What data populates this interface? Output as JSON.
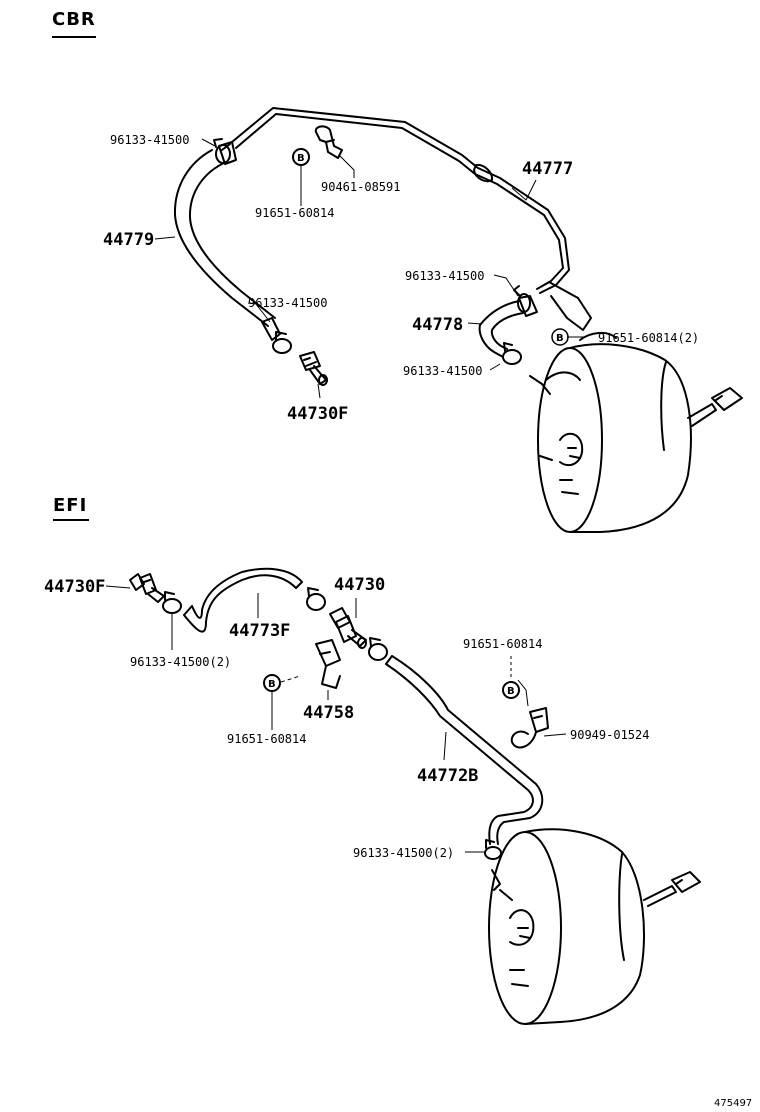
{
  "sections": {
    "cbr": {
      "label": "CBR"
    },
    "efi": {
      "label": "EFI"
    }
  },
  "badge_letter": "B",
  "cbr_callouts": {
    "c1": "96133-41500",
    "c2": "90461-08591",
    "c3": "91651-60814",
    "c4": "44777",
    "c5": "44779",
    "c6": "96133-41500",
    "c7": "96133-41500",
    "c8": "44778",
    "c9": "91651-60814(2)",
    "c10": "96133-41500",
    "c11": "44730F"
  },
  "efi_callouts": {
    "e1": "44730F",
    "e2": "44730",
    "e3": "44773F",
    "e4": "96133-41500(2)",
    "e5": "91651-60814",
    "e6": "44758",
    "e7": "91651-60814",
    "e8": "90949-01524",
    "e9": "44772B",
    "e10": "96133-41500(2)"
  },
  "figure_number": "475497"
}
